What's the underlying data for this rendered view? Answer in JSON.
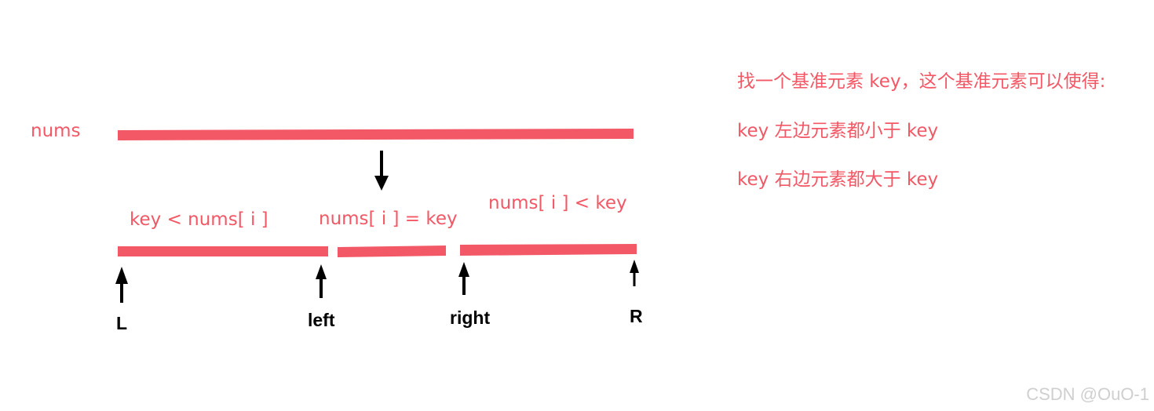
{
  "colors": {
    "accent": "#f25866",
    "marker": "#000000",
    "watermark": "#cfcfcf"
  },
  "array_label": "nums",
  "segments": [
    {
      "label": "key < nums[ i ]"
    },
    {
      "label": "nums[ i ] = key"
    },
    {
      "label": "nums[ i ] < key"
    }
  ],
  "markers": [
    {
      "label": "L"
    },
    {
      "label": "left"
    },
    {
      "label": "right"
    },
    {
      "label": "R"
    }
  ],
  "notes": [
    "找一个基准元素 key，这个基准元素可以使得:",
    "key 左边元素都小于 key",
    "key 右边元素都大于 key"
  ],
  "watermark": "CSDN @OuO-1"
}
